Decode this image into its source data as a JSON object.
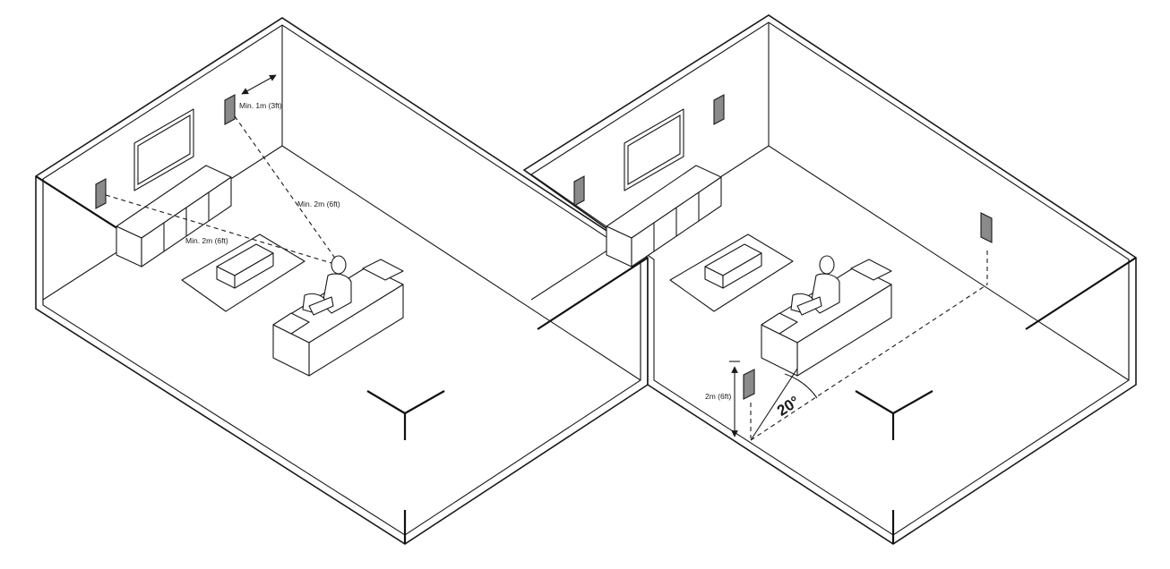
{
  "colors": {
    "line": "#1a1a1a",
    "speaker_fill": "#8a8a8a",
    "background": "#ffffff"
  },
  "left_room": {
    "label_wall_distance": "Min. 1m (3ft)",
    "label_listener_distance_right": "Min. 2m (6ft)",
    "label_listener_distance_left": "Min. 2m (6ft)"
  },
  "right_room": {
    "label_height": "2m (6ft)",
    "label_angle": "20°"
  }
}
